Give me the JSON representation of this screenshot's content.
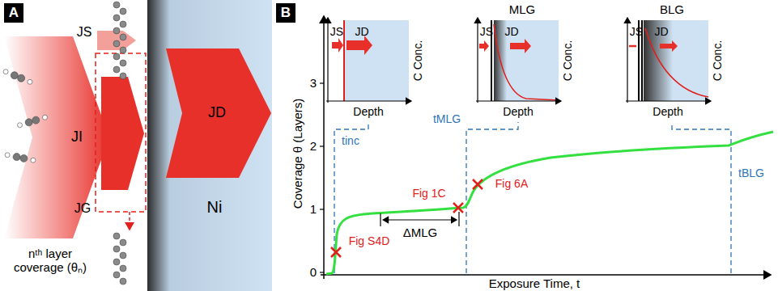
{
  "diagram": {
    "nodes": [
      {
        "text": [
          "A"
        ]
      },
      {
        "text": [
          "B"
        ]
      },
      {
        "text": [
          "Ni"
        ]
      }
    ],
    "labels": [
      "JI",
      "JS",
      "JG",
      "JD",
      "nᵗʰ layer coverage (θₙ)",
      "Coverage θ (Layers)",
      "3",
      "2",
      "1",
      "0",
      "Exposure Time, t",
      "tinc",
      "tMLG",
      "tBLG",
      "ΔMLG",
      "Fig S4D",
      "Fig 1C",
      "Fig 6A",
      "MLG",
      "BLG",
      "JS",
      "JD",
      "Depth",
      "C Conc.",
      "JS",
      "JD",
      "Depth",
      "C Conc.",
      "JS",
      "JD",
      "Depth",
      "C Conc."
    ]
  }
}
